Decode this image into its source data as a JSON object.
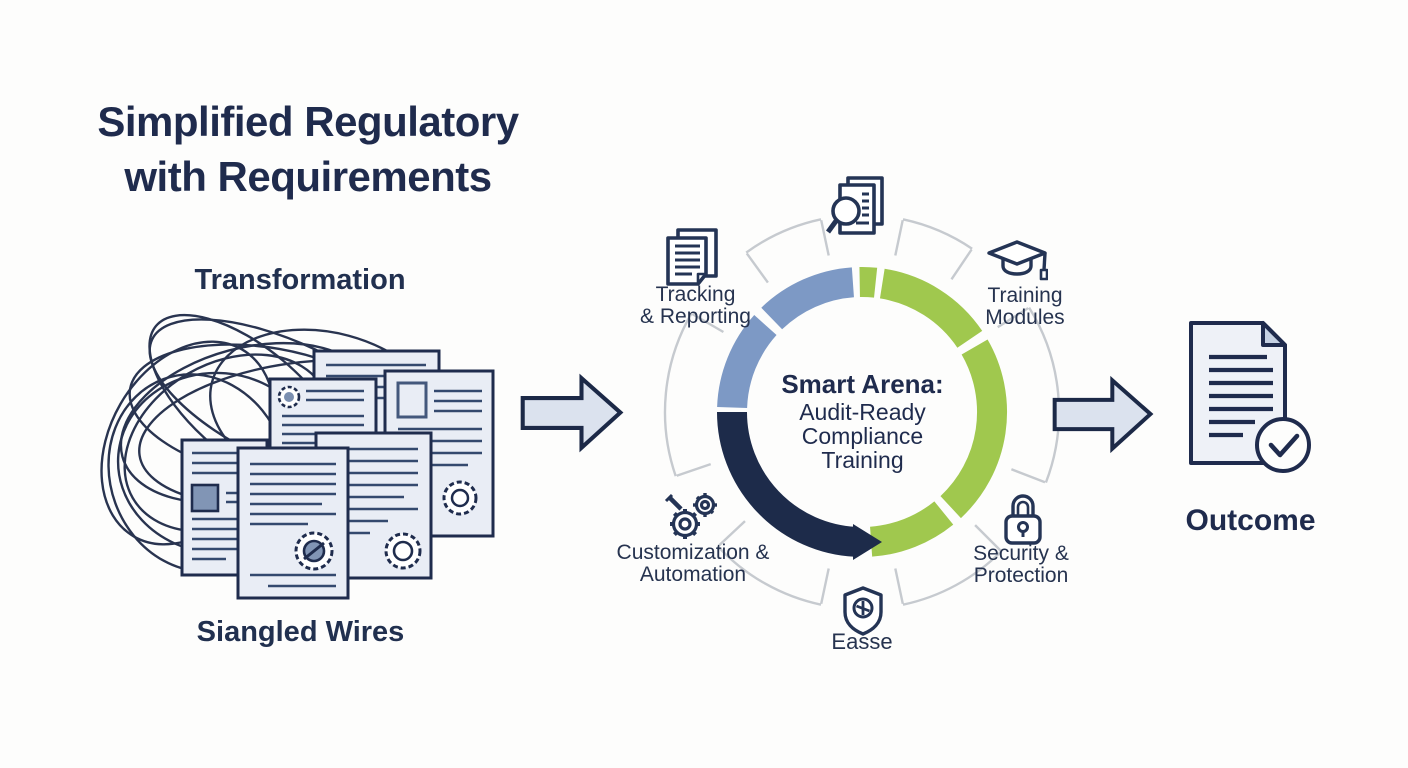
{
  "title": {
    "line1": "Simplified Regulatory",
    "line2": "with Requirements"
  },
  "left_panel": {
    "top_label": "Transformation",
    "bottom_label": "Siangled Wires",
    "illustration": "tangled-wires-with-documents"
  },
  "hub": {
    "center_heading": "Smart Arena:",
    "center_line1": "Audit-Ready",
    "center_line2": "Compliance",
    "center_line3": "Training",
    "features": {
      "audit": {
        "icon": "document-magnifier-icon"
      },
      "tracking": {
        "icon": "documents-stack-icon",
        "line1": "Tracking",
        "line2": "& Reporting"
      },
      "training": {
        "icon": "graduation-cap-icon",
        "line1": "Training",
        "line2": "Modules"
      },
      "customization": {
        "icon": "gears-icon",
        "line1": "Customization &",
        "line2": "Automation"
      },
      "security": {
        "icon": "padlock-icon",
        "line1": "Security &",
        "line2": "Protection"
      },
      "ease": {
        "icon": "shield-check-icon",
        "line1": "Easse"
      }
    },
    "ring": {
      "segments": [
        {
          "name": "blue-a",
          "color": "#7d99c5",
          "from_deg": 272,
          "to_deg": 312
        },
        {
          "name": "blue-b",
          "color": "#7d99c5",
          "from_deg": 316,
          "to_deg": 356
        },
        {
          "name": "green-sliver",
          "color": "#a0c84e",
          "from_deg": 359,
          "to_deg": 6
        },
        {
          "name": "green-a",
          "color": "#a0c84e",
          "from_deg": 9,
          "to_deg": 56
        },
        {
          "name": "green-b",
          "color": "#a0c84e",
          "from_deg": 60,
          "to_deg": 137
        },
        {
          "name": "green-c",
          "color": "#a0c84e",
          "from_deg": 141,
          "to_deg": 176
        },
        {
          "name": "navy-with-arrow",
          "color": "#1d2b4a",
          "from_deg": 183,
          "to_deg": 270
        }
      ]
    }
  },
  "outcome": {
    "label": "Outcome",
    "icon": "document-check-icon"
  },
  "colors": {
    "navy": "#1f2b4d",
    "icon_stroke": "#243455",
    "steel_blue": "#7d99c5",
    "green": "#a0c84e",
    "ring_navy": "#1d2b4a",
    "arrow_fill": "#dbe2ee",
    "outer_arc_gray": "#c6cacf",
    "doc_fill": "#e9edf5",
    "fold_fill": "#c5d1e3"
  }
}
